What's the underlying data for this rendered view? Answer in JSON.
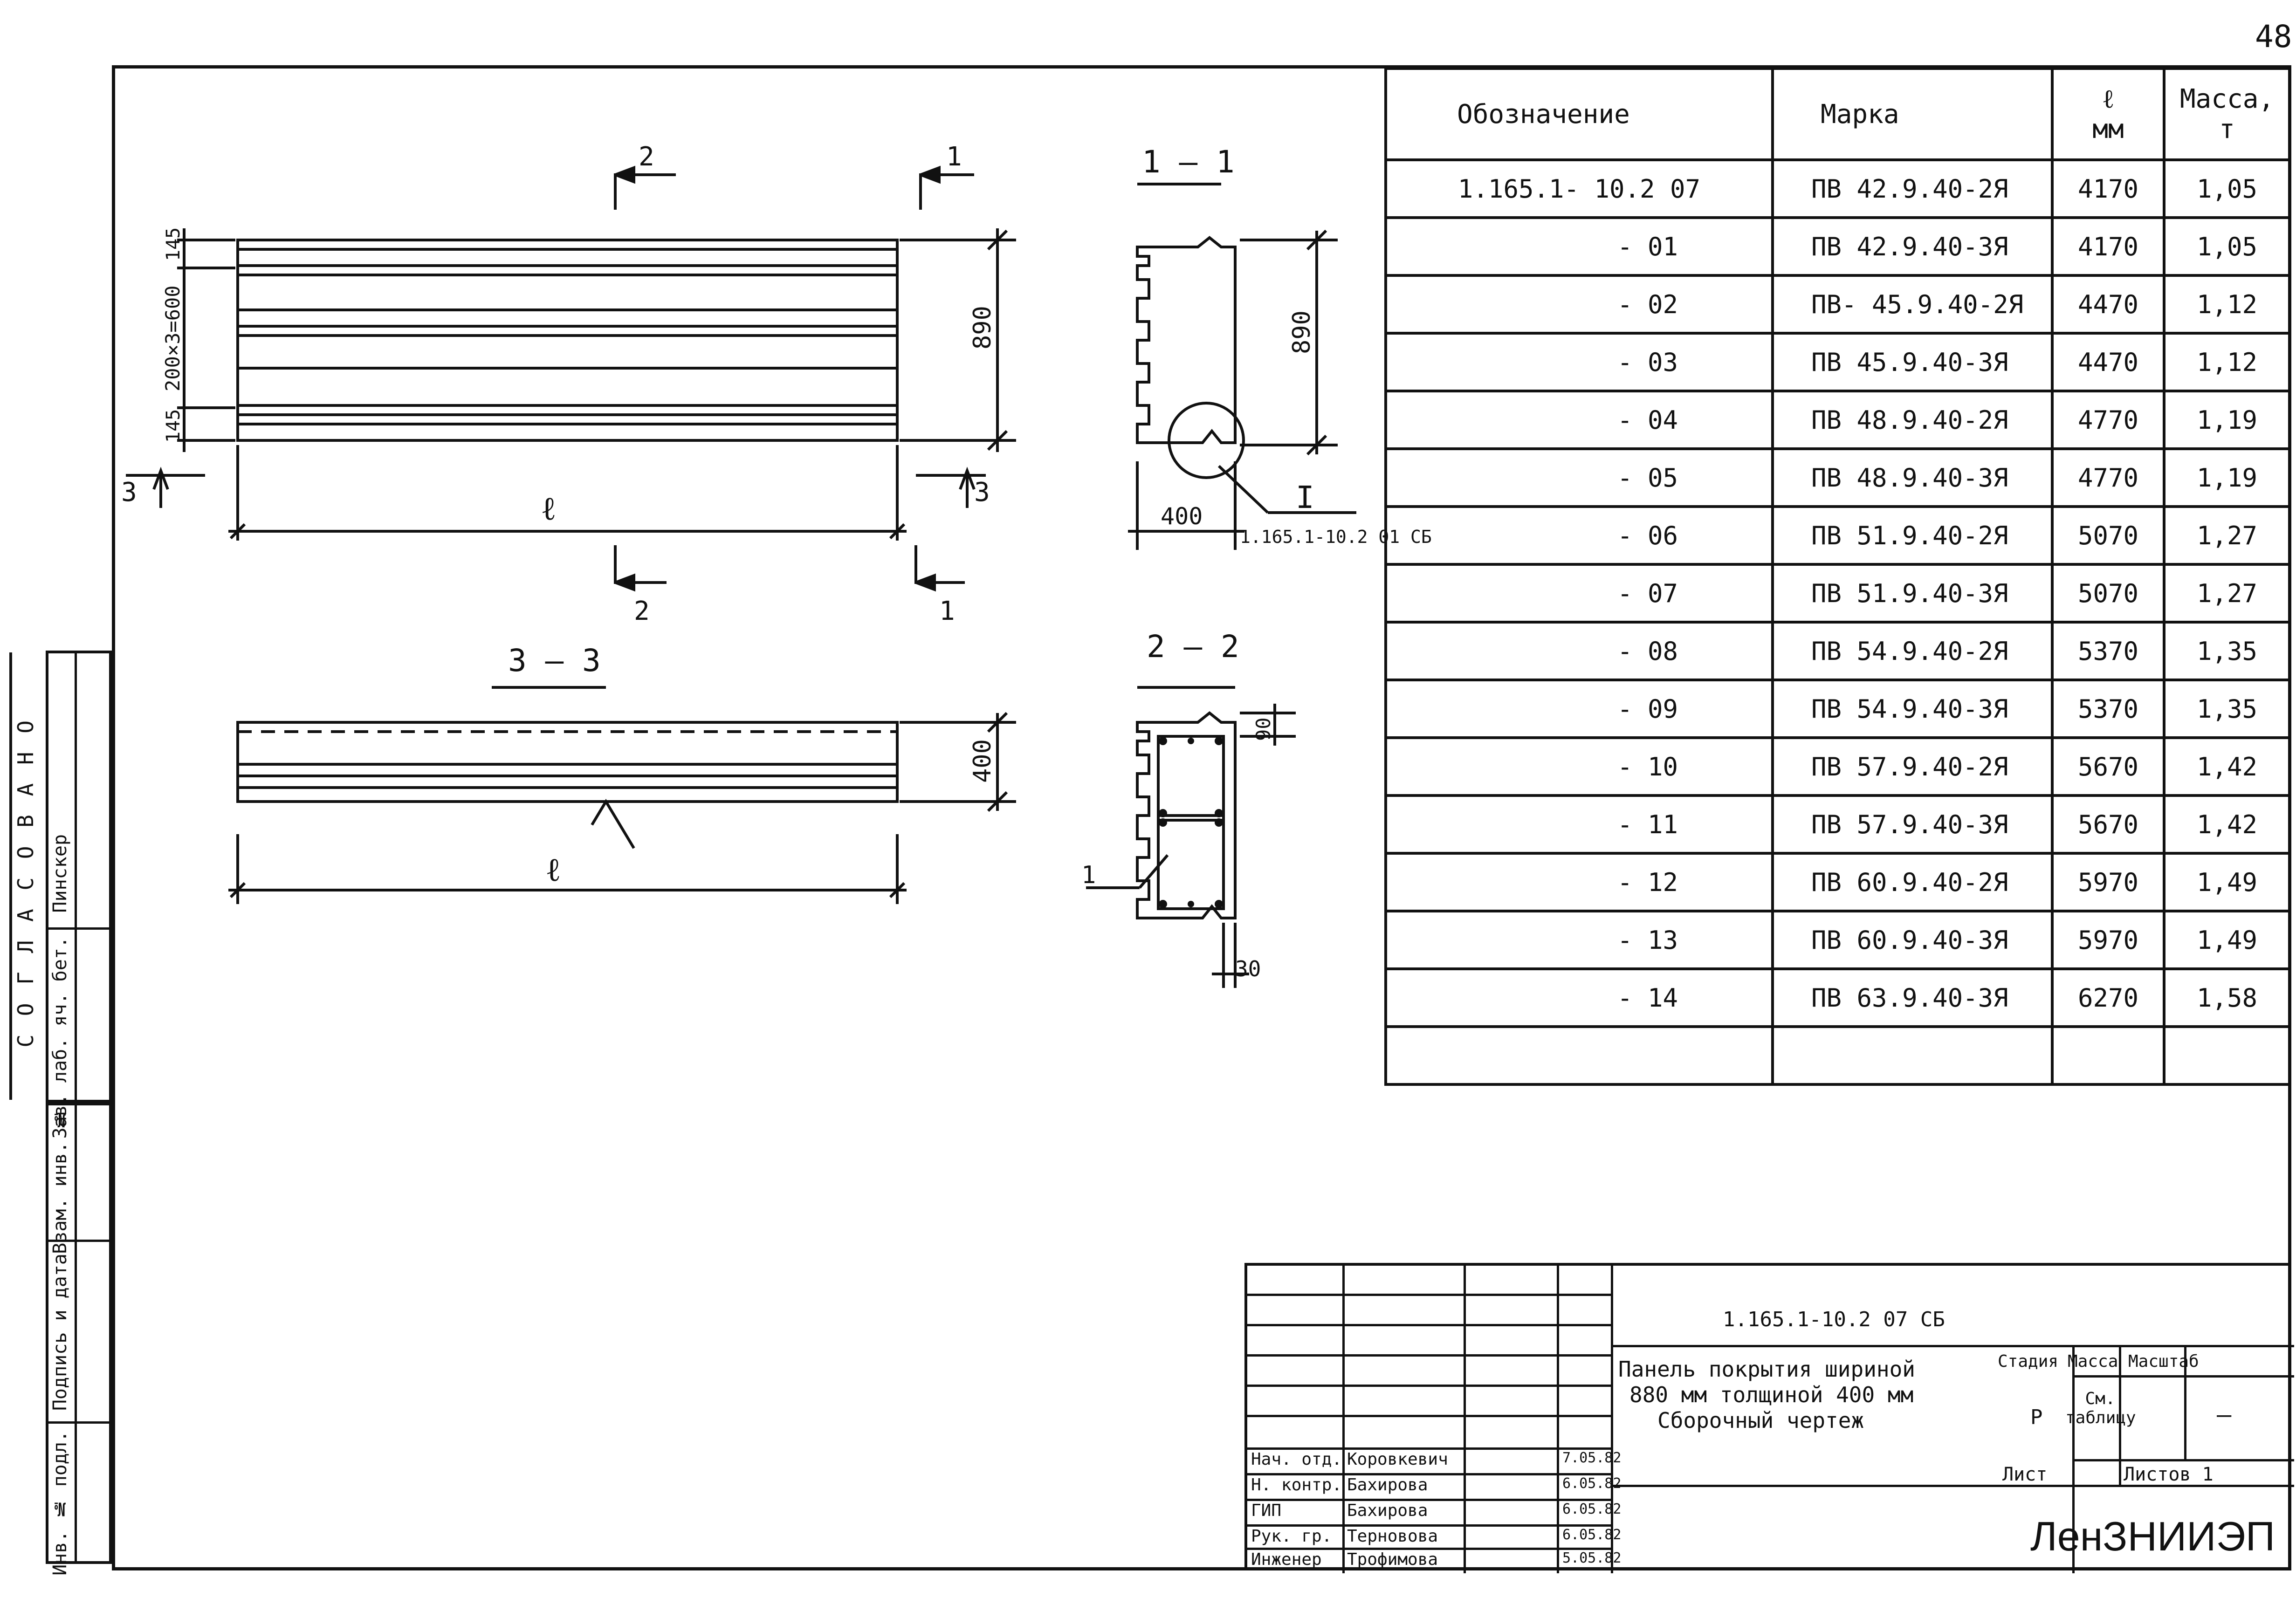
{
  "page_number": "48",
  "table": {
    "headers": {
      "designation": "Обозначение",
      "mark": "Марка",
      "length": "ℓ",
      "length_unit": "мм",
      "mass": "Масса,",
      "mass_unit": "т"
    },
    "rows": [
      {
        "designation": "1.165.1- 10.2 07",
        "mark": "ПВ 42.9.40-2Я",
        "length": "4170",
        "mass": "1,05"
      },
      {
        "designation": "- 01",
        "mark": "ПВ 42.9.40-3Я",
        "length": "4170",
        "mass": "1,05"
      },
      {
        "designation": "- 02",
        "mark": "ПВ- 45.9.40-2Я",
        "length": "4470",
        "mass": "1,12"
      },
      {
        "designation": "- 03",
        "mark": "ПВ 45.9.40-3Я",
        "length": "4470",
        "mass": "1,12"
      },
      {
        "designation": "- 04",
        "mark": "ПВ 48.9.40-2Я",
        "length": "4770",
        "mass": "1,19"
      },
      {
        "designation": "- 05",
        "mark": "ПВ 48.9.40-3Я",
        "length": "4770",
        "mass": "1,19"
      },
      {
        "designation": "- 06",
        "mark": "ПВ 51.9.40-2Я",
        "length": "5070",
        "mass": "1,27"
      },
      {
        "designation": "- 07",
        "mark": "ПВ 51.9.40-3Я",
        "length": "5070",
        "mass": "1,27"
      },
      {
        "designation": "- 08",
        "mark": "ПВ 54.9.40-2Я",
        "length": "5370",
        "mass": "1,35"
      },
      {
        "designation": "- 09",
        "mark": "ПВ 54.9.40-3Я",
        "length": "5370",
        "mass": "1,35"
      },
      {
        "designation": "- 10",
        "mark": "ПВ 57.9.40-2Я",
        "length": "5670",
        "mass": "1,42"
      },
      {
        "designation": "- 11",
        "mark": "ПВ 57.9.40-3Я",
        "length": "5670",
        "mass": "1,42"
      },
      {
        "designation": "- 12",
        "mark": "ПВ 60.9.40-2Я",
        "length": "5970",
        "mass": "1,49"
      },
      {
        "designation": "- 13",
        "mark": "ПВ 60.9.40-3Я",
        "length": "5970",
        "mass": "1,49"
      },
      {
        "designation": "- 14",
        "mark": "ПВ 63.9.40-3Я",
        "length": "6270",
        "mass": "1,58"
      },
      {
        "designation": "",
        "mark": "",
        "length": "",
        "mass": ""
      }
    ]
  },
  "drawing": {
    "section_1_1": "1 – 1",
    "section_2_2": "2 – 2",
    "section_3_3": "3 – 3",
    "dim_890": "890",
    "dim_200x3": "200×3=600",
    "dim_145": "145",
    "dim_400": "400",
    "dim_90": "90",
    "dim_30": "30",
    "length_symbol": "ℓ",
    "cut_1": "1",
    "cut_2": "2",
    "cut_3": "3",
    "node_mark": "I",
    "node_ref": "1.165.1-10.2 01 СБ",
    "position_1": "1"
  },
  "approval": {
    "agreed_label": "С О Г Л А С О В А Н О",
    "lab_head": "Зав. лаб. яч. бет.",
    "lab_head_name": "Пинскер",
    "vzam_inv": "Взам. инв. №",
    "signature_date": "Подпись и дата",
    "inv_original": "Инв. № подл."
  },
  "title_block": {
    "doc_code": "1.165.1-10.2 07 СБ",
    "title_line1": "Панель покрытия шириной",
    "title_line2": "880 мм толщиной 400 мм",
    "title_line3": "Сборочный чертеж",
    "stage_label": "Стадия",
    "mass_label": "Масса",
    "scale_label": "Масштаб",
    "stage_value": "Р",
    "mass_value": "См. таблицу",
    "scale_value": "—",
    "sheet_label": "Лист",
    "sheets_label": "Листов 1",
    "organization": "ЛенЗНИИЭП",
    "staff": [
      {
        "role": "Нач. отд.",
        "name": "Коровкевич",
        "date": "7.05.82"
      },
      {
        "role": "Н. контр.",
        "name": "Бахирова",
        "date": "6.05.82"
      },
      {
        "role": "ГИП",
        "name": "Бахирова",
        "date": "6.05.82"
      },
      {
        "role": "Рук. гр.",
        "name": "Терновова",
        "date": "6.05.82"
      },
      {
        "role": "Инженер",
        "name": "Трофимова",
        "date": "5.05.82"
      }
    ]
  }
}
